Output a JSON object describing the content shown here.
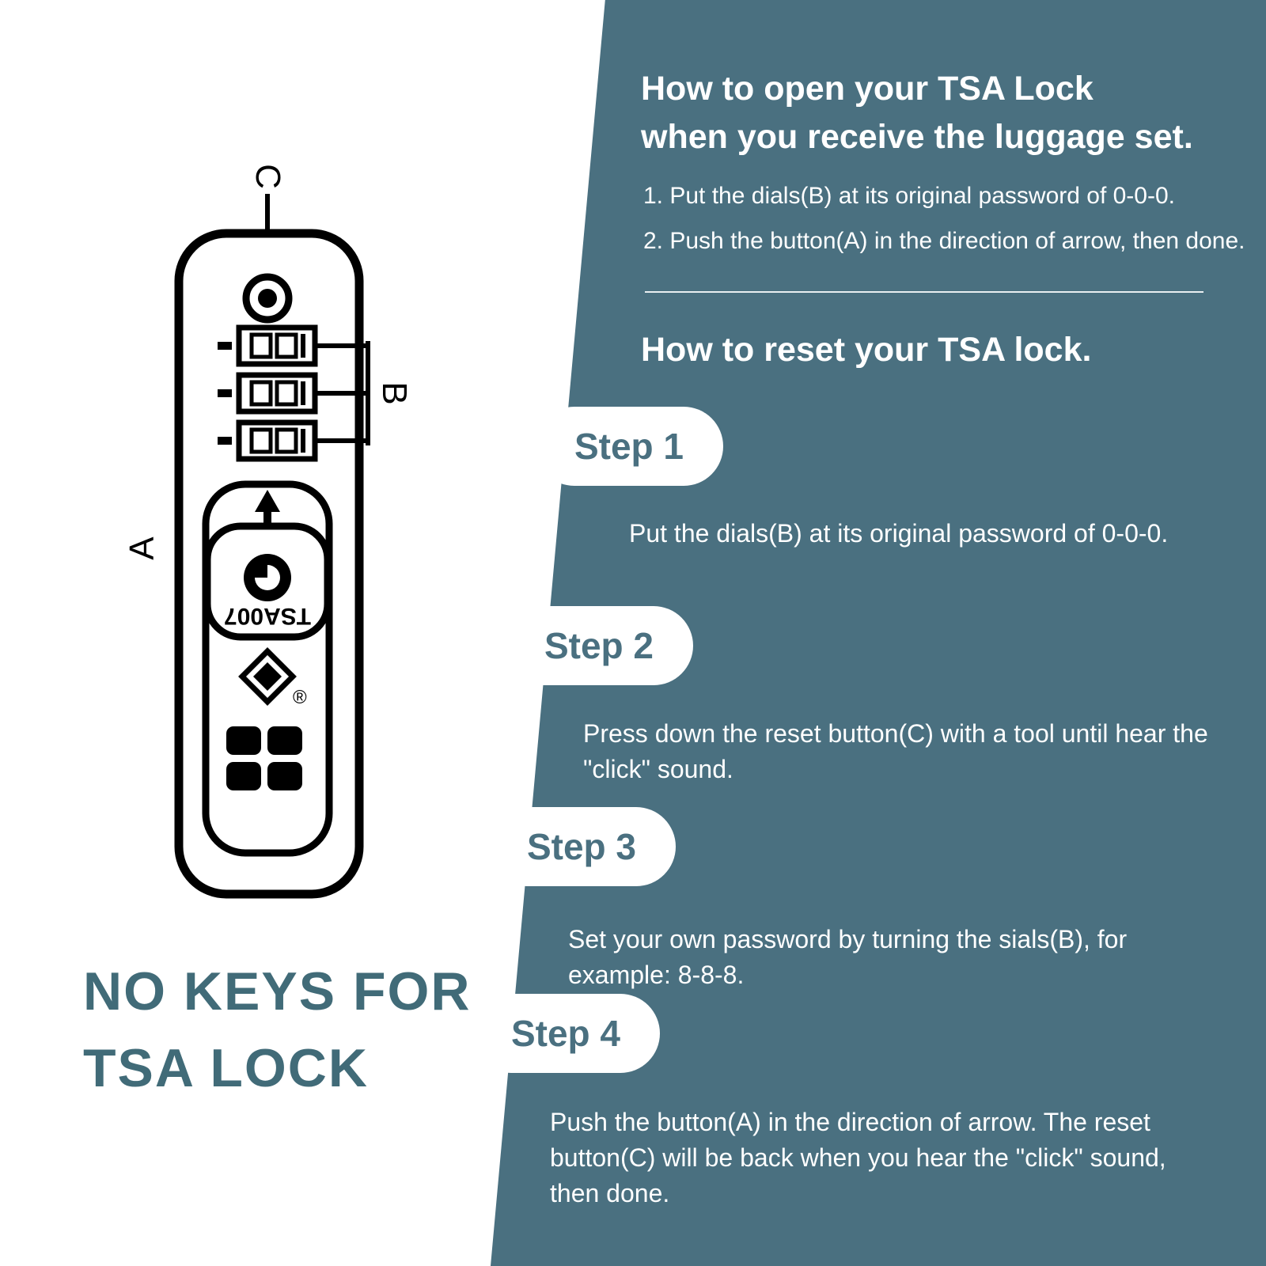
{
  "colors": {
    "panel_teal": "#4a7080",
    "tagline_teal": "#416b78",
    "text_white": "#ffffff",
    "ink": "#000000"
  },
  "left": {
    "labels": {
      "a": "A",
      "b": "B",
      "c": "C"
    },
    "lock": {
      "brand": "TSA007",
      "registered": "®"
    },
    "tagline_line1": "NO KEYS FOR",
    "tagline_line2": "TSA LOCK"
  },
  "panel": {
    "open_heading_line1": "How to open your TSA Lock",
    "open_heading_line2": "when you receive the luggage set.",
    "open_steps": [
      "1. Put the dials(B) at its original password of 0-0-0.",
      "2. Push the button(A) in the direction of arrow, then done."
    ],
    "reset_heading": "How to reset your TSA lock.",
    "steps": [
      {
        "badge": "Step 1",
        "text": "Put the dials(B) at its original password of 0-0-0."
      },
      {
        "badge": "Step 2",
        "text": "Press down the reset button(C) with a tool until hear the \"click\" sound."
      },
      {
        "badge": "Step 3",
        "text": "Set your own password by turning the sials(B), for example: 8-8-8."
      },
      {
        "badge": "Step 4",
        "text": "Push the button(A) in the direction of arrow. The reset button(C) will be back when you hear the \"click\" sound, then done."
      }
    ]
  }
}
